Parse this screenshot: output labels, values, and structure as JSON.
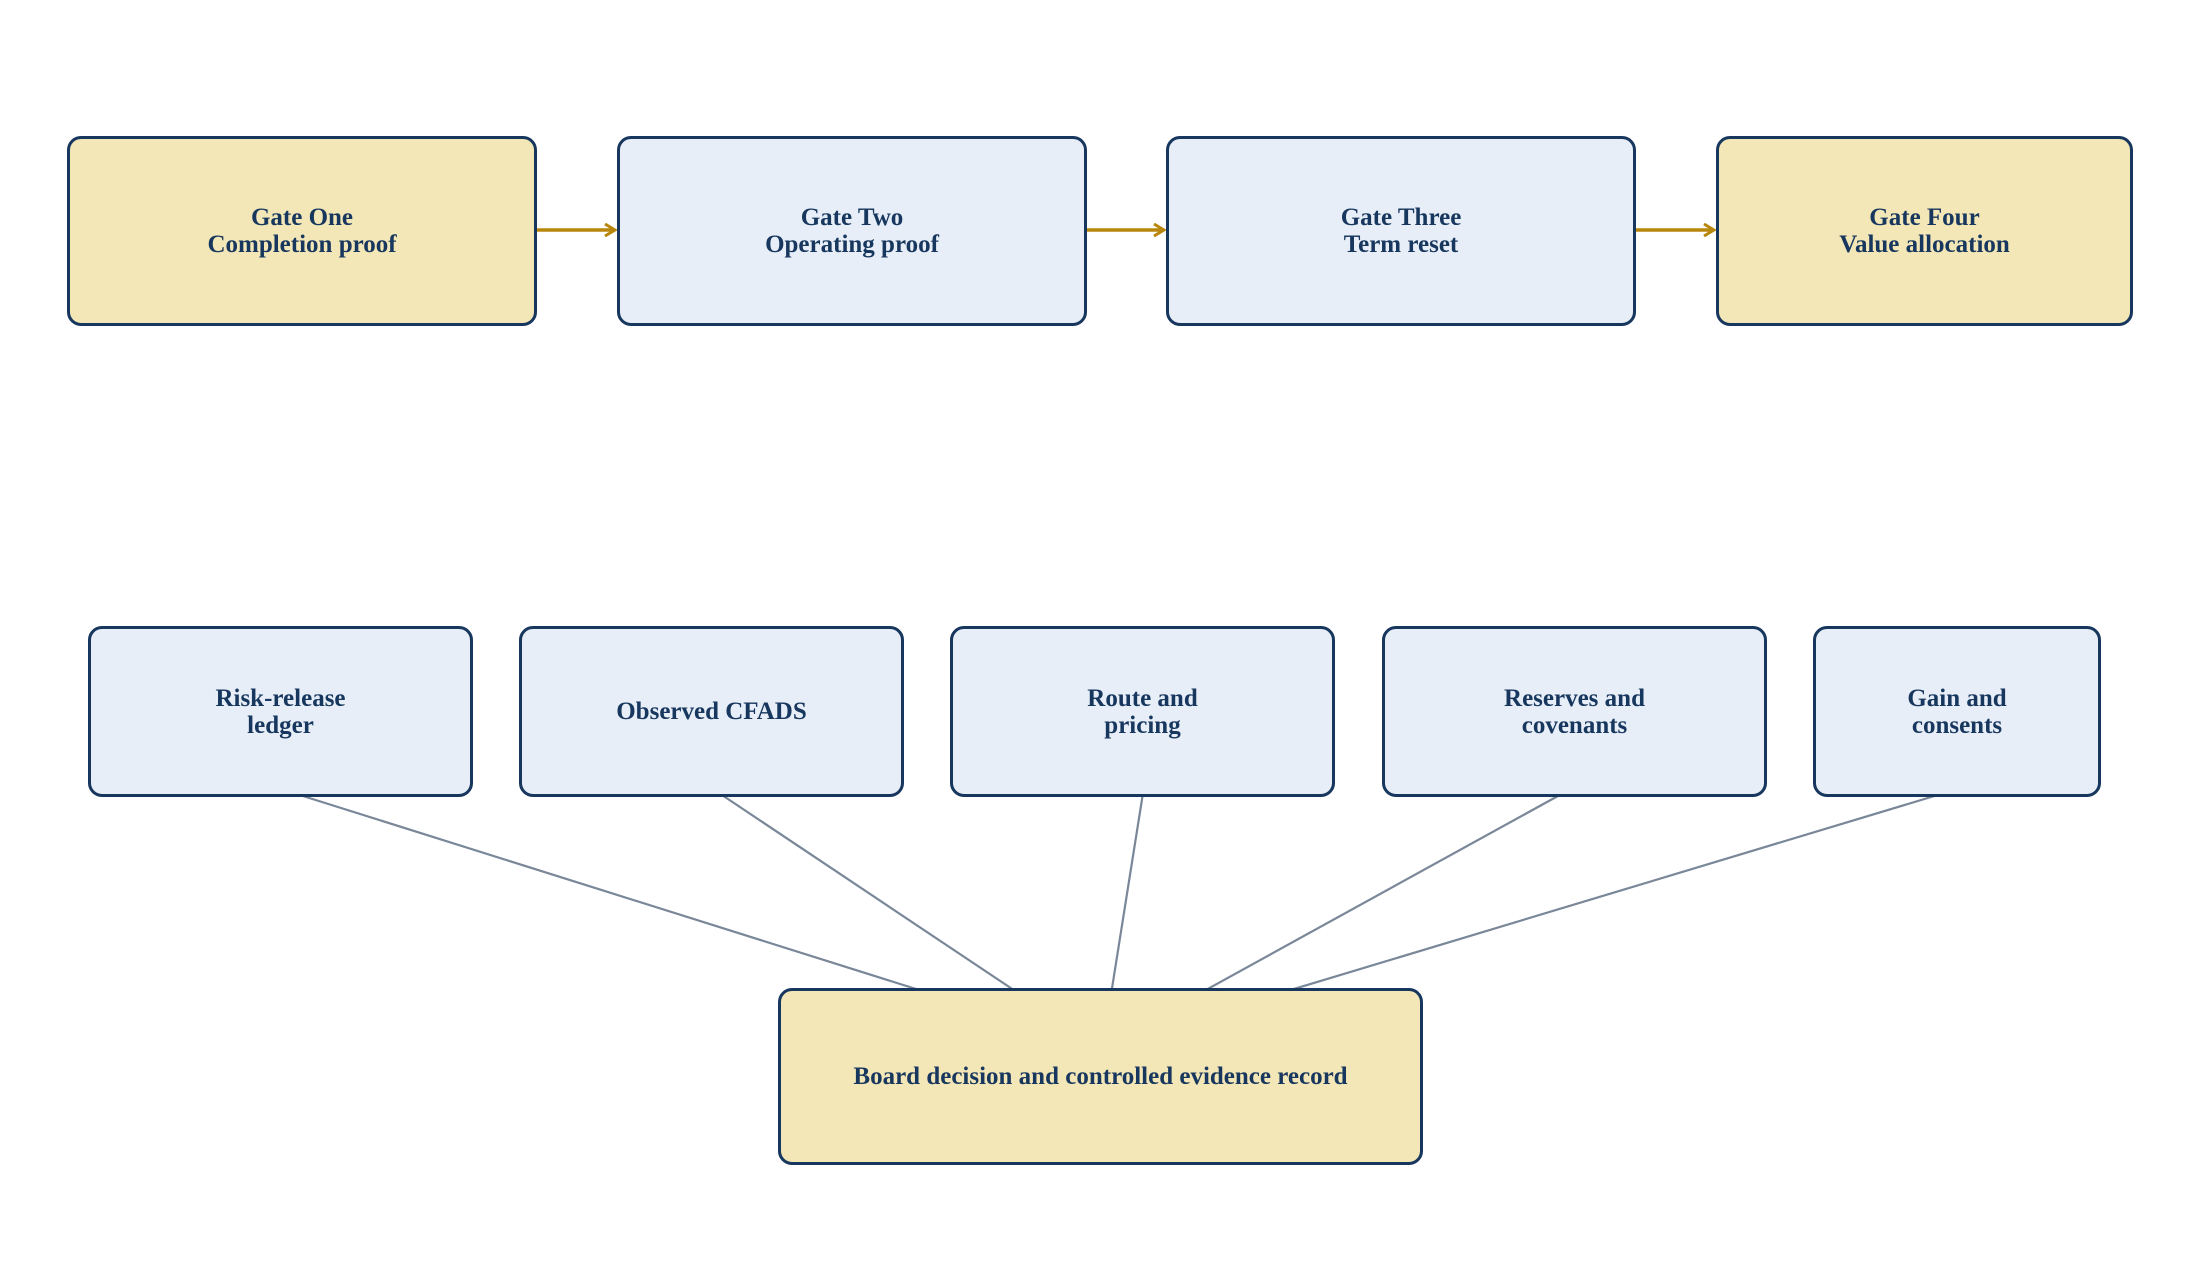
{
  "diagram": {
    "colors": {
      "border": "#17375e",
      "text": "#17375e",
      "highlight_fill": "#f4e7b7",
      "standard_fill": "#e7eef7",
      "gate_arrow": "#b8860b",
      "input_arrow": "#7a8799"
    },
    "gates": [
      {
        "title": "Gate One",
        "subtitle": "Completion proof"
      },
      {
        "title": "Gate Two",
        "subtitle": "Operating proof"
      },
      {
        "title": "Gate Three",
        "subtitle": "Term reset"
      },
      {
        "title": "Gate Four",
        "subtitle": "Value allocation"
      }
    ],
    "inputs": [
      {
        "line1": "Risk-release",
        "line2": "ledger"
      },
      {
        "line1": "Observed CFADS",
        "line2": ""
      },
      {
        "line1": "Route and",
        "line2": "pricing"
      },
      {
        "line1": "Reserves and",
        "line2": "covenants"
      },
      {
        "line1": "Gain and",
        "line2": "consents"
      }
    ],
    "board": {
      "label": "Board decision and controlled evidence record"
    }
  }
}
